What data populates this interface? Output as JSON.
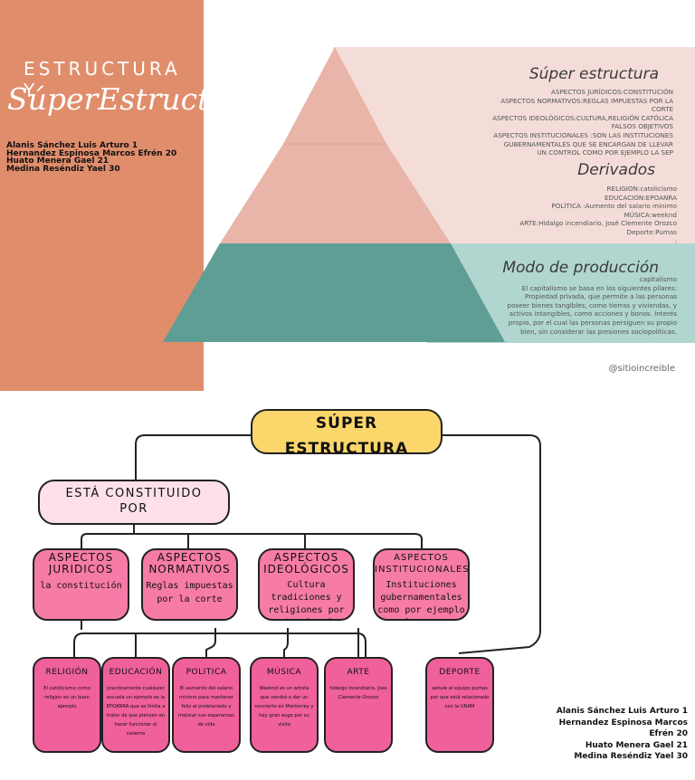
{
  "slide": {
    "title_line1": "ESTRUCTURA Y",
    "title_line2": "SúperEstructura",
    "authors": [
      "Alanis Sánchez Luis Arturo 1",
      "Hernandez Espinosa Marcos Efrén 20",
      "Huato Menera Gael 21",
      "Medina Reséndiz Yael 30"
    ],
    "handle": "@sitioincreible",
    "sections": [
      {
        "title": "Súper estructura",
        "lines": [
          "ASPECTOS JURÍDICOS:CONSTITUCIÓN",
          "ASPECTOS NORMATIVOS:REGLAS IMPUESTAS POR LA",
          "CORTE",
          "ASPECTOS IDEOLÓGICOS:CULTURA,RELIGIÓN CATÓLICA",
          "FALSOS OBJETIVOS",
          "ASPECTOS INSTITUCIONALES :SON LAS INSTITUCIONES",
          "GUBERNAMENTALES  QUE SE ENCARGAN DE LLEVAR",
          "UN CONTROL COMO POR EJEMPLO LA SEP"
        ]
      },
      {
        "title": "Derivados",
        "lines": [
          "RELIGION:catolicismo",
          "EDUCACION:EPOANRA",
          "POLÍTICA :Aumento del salario mínimo",
          "MÚSICA:weeknd",
          "ARTE:Hidalgo incendiario, José Clemente Orozco",
          "Deporte:Pumas",
          ":"
        ]
      },
      {
        "title": "Modo de producción",
        "lines": [
          "capitalismo",
          "El capitalismo se basa en los siguientes pilares:",
          "Propiedad privada, que permite a las personas",
          "poseer bienes tangibles, como tierras y viviendas, y",
          "activos intangibles, como acciones y bonos. Interés",
          "propio, por el cual las personas persiguen su propio",
          "bien, sin considerar las presiones sociopolíticas."
        ]
      }
    ],
    "colors": {
      "left_panel": "#e08d6c",
      "pyramid_top": "#e8b5a8",
      "pyramid_bottom": "#5f9e94"
    }
  },
  "diagram": {
    "root": "SÚPER ESTRUCTURA",
    "constituted": [
      "ESTÁ CONSTITUIDO",
      "POR"
    ],
    "aspects": [
      {
        "title": "ASPECTOS JURIDICOS",
        "desc": "la constitución"
      },
      {
        "title": "ASPECTOS NORMATIVOS",
        "desc": "Reglas impuestas por la corte"
      },
      {
        "title": "ASPECTOS IDEOLÓGICOS",
        "desc": "Cultura tradiciones y religiones  por ejemplo el catolicismo"
      },
      {
        "title": "ASPECTOS INSTITUCIONALES",
        "desc": "Instituciones gubernamentales como por ejemplo la sep"
      }
    ],
    "leaves": [
      {
        "title": "RELIGIÓN",
        "desc": "El catolicismo como religión es un buen ejemplo"
      },
      {
        "title": "EDUCACIÓN",
        "desc": "practicamente cualquier escuela un ejemplo es la EPOANRA que se limita a tratar de que piensen en hacer funcionar el sistema"
      },
      {
        "title": "POLITICA",
        "desc": "El aumento del salario minimo para mantener feliz al proletariado y mejorar sus esperanzas de vida"
      },
      {
        "title": "MÚSICA",
        "desc": "Weeknd es un artista que vendrá a dar un concierto en Monterrey y hay gran auge por su visita"
      },
      {
        "title": "ARTE",
        "desc": "hidalgo incendiario, Jose Clemente Orozco"
      },
      {
        "title": "DEPORTE",
        "desc": "señale el equipo pumas por que está relacionado con la UNAM"
      }
    ],
    "authors": [
      "Alanis Sánchez Luis Arturo 1",
      "Hernandez Espinosa Marcos",
      "Efrén 20",
      "Huato Menera Gael 21",
      "Medina Reséndiz Yael 30"
    ]
  }
}
